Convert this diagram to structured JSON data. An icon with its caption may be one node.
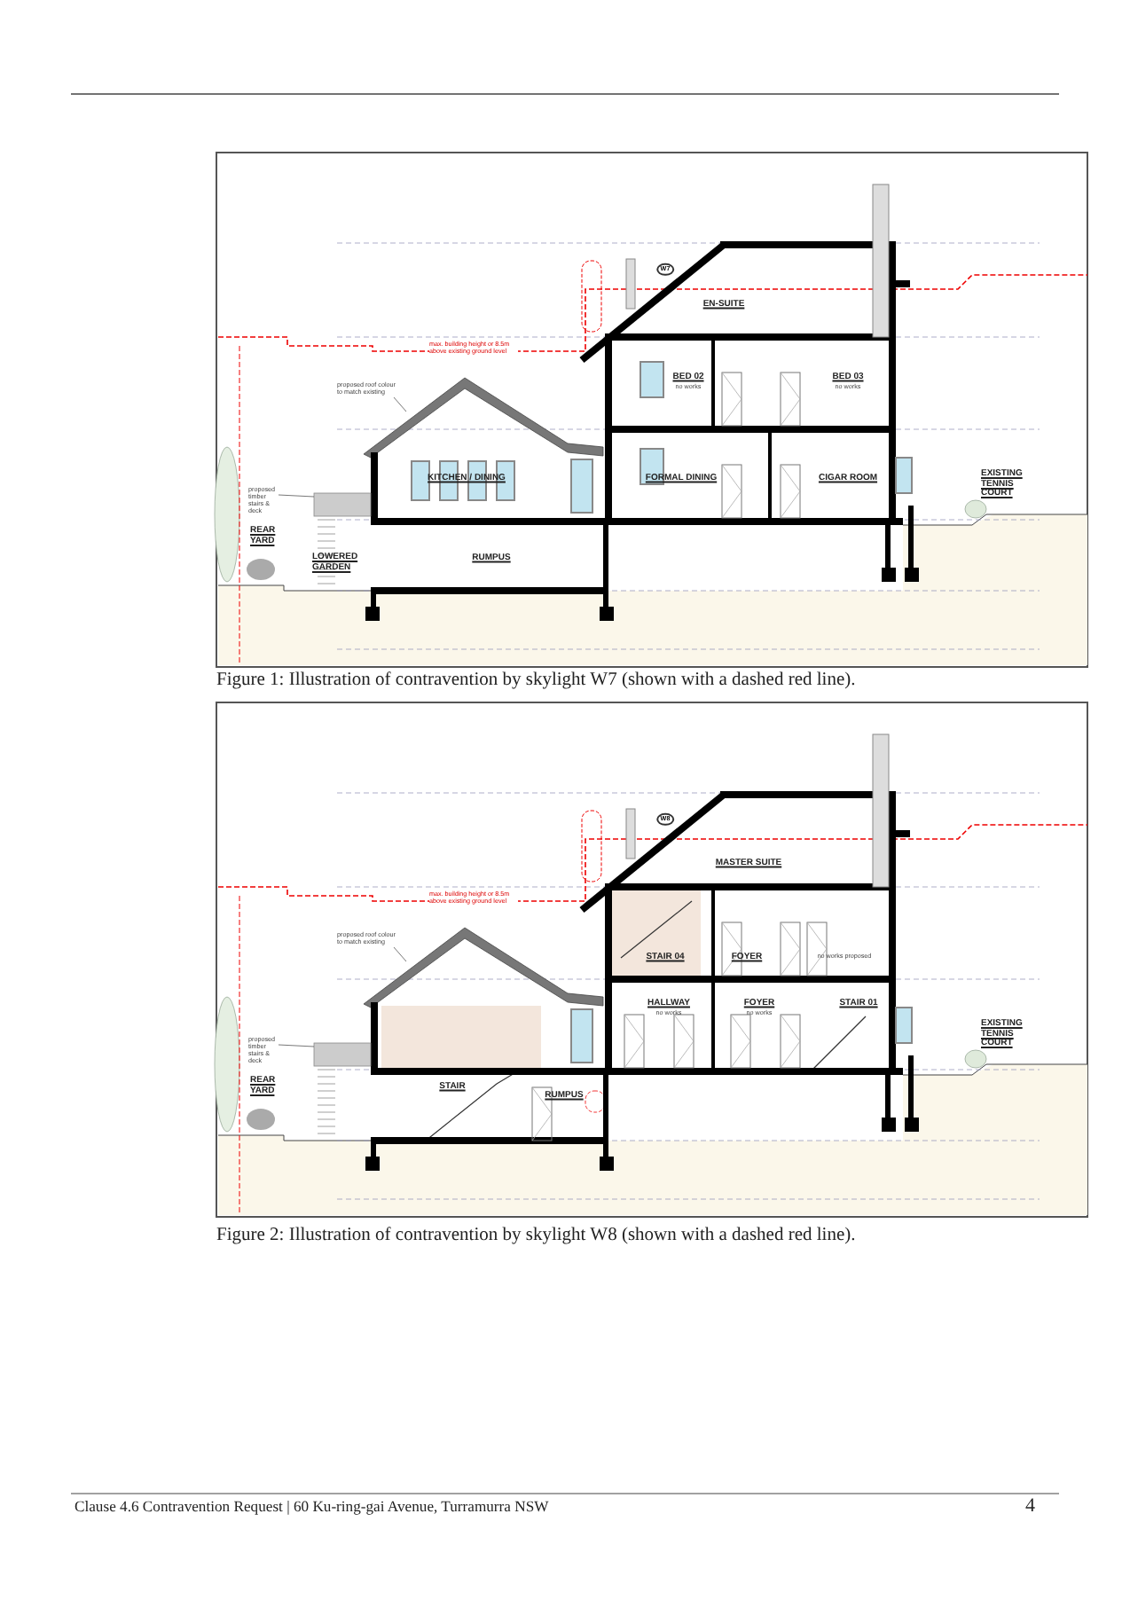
{
  "diagram": {
    "nodes": [
      {
        "text": [
          "proposed roof colour to match existing"
        ]
      },
      {
        "text": [
          "proposed timber stairs & deck"
        ]
      },
      {
        "text": [
          "proposed roof colour to match existing"
        ]
      },
      {
        "text": [
          "proposed timber stairs & deck"
        ]
      }
    ],
    "edges": [
      {
        "from": 0,
        "to": null,
        "arrow": "none"
      },
      {
        "from": 1,
        "to": null,
        "arrow": "none"
      },
      {
        "from": 2,
        "to": null,
        "arrow": "none"
      },
      {
        "from": 3,
        "to": null,
        "arrow": "none"
      }
    ],
    "labels": [
      "W7",
      "max. building height or 8.5m above existing ground level",
      "EN-SUITE",
      "BED 02",
      "no works",
      "BED 03",
      "no works",
      "KITCHEN / DINING",
      "FORMAL DINING",
      "CIGAR ROOM",
      "EXISTING TENNIS COURT",
      "REAR YARD",
      "LOWERED GARDEN",
      "RUMPUS",
      "Figure 1: Illustration of contravention by skylight W7 (shown with a dashed red line).",
      "W8",
      "max. building height or 8.5m above existing ground level",
      "MASTER SUITE",
      "STAIR 04",
      "FOYER",
      "no works proposed",
      "HALLWAY",
      "no works",
      "FOYER",
      "no works",
      "STAIR 01",
      "EXISTING TENNIS COURT",
      "REAR YARD",
      "STAIR",
      "RUMPUS",
      "Figure 2: Illustration of contravention by skylight W8 (shown with a dashed red line).",
      "Clause 4.6 Contravention Request | 60 Ku-ring-gai Avenue, Turramurra NSW",
      "4"
    ]
  }
}
